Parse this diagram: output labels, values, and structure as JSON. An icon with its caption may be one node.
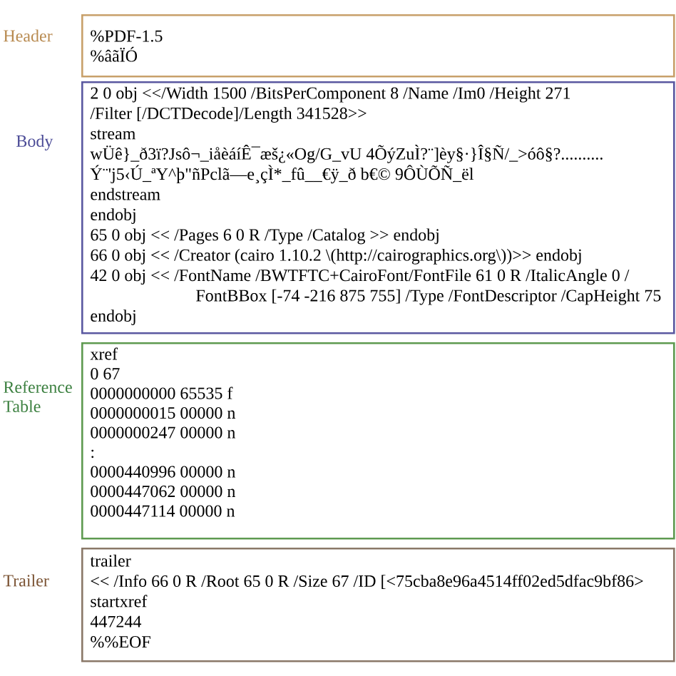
{
  "diagram": {
    "nodes": [
      {
        "text": [
          "Header",
          "%PDF-1.5",
          "%âãÏÓ"
        ]
      },
      {
        "text": [
          "Body",
          "2 0 obj <</Width 1500 /BitsPerComponent 8 /Name /Im0 /Height 271",
          "/Filter [/DCTDecode]/Length 341528>>",
          "stream",
          "wÜê}_ð3ï?Jsô¬_iåèáíÊ¯æš¿«Og/G_vU 4ÕýZuÌ?¨]èy§·}Î§Ñ/_>óô§?..........",
          "Ý¨'j5‹Ú_ªY^þ\"ñPclã—e¸çÌ*_fû__€ÿ_ð b€© 9ÔÙÕÑ_ël",
          "endstream",
          "endobj",
          "65 0 obj << /Pages 6 0 R /Type /Catalog >> endobj",
          "66 0 obj << /Creator (cairo 1.10.2 \\(http://cairographics.org\\))>> endobj",
          "42 0 obj << /FontName /BWTFTC+CairoFont/FontFile 61 0 R /ItalicAngle 0 /",
          "FontBBox [-74 -216 875 755] /Type /FontDescriptor /CapHeight 75",
          "endobj"
        ]
      },
      {
        "text": [
          "Reference Table",
          "xref",
          "0 67",
          "0000000000 65535 f",
          "0000000015 00000 n",
          "0000000247 00000 n",
          ":",
          "0000440996 00000 n",
          "0000447062 00000 n",
          "0000447114 00000 n"
        ]
      },
      {
        "text": [
          "Trailer",
          "trailer",
          "<< /Info 66 0 R /Root 65 0 R /Size 67 /ID [<75cba8e96a4514ff02ed5dfac9bf86>",
          "startxref",
          "447244",
          "%%EOF"
        ]
      }
    ]
  }
}
